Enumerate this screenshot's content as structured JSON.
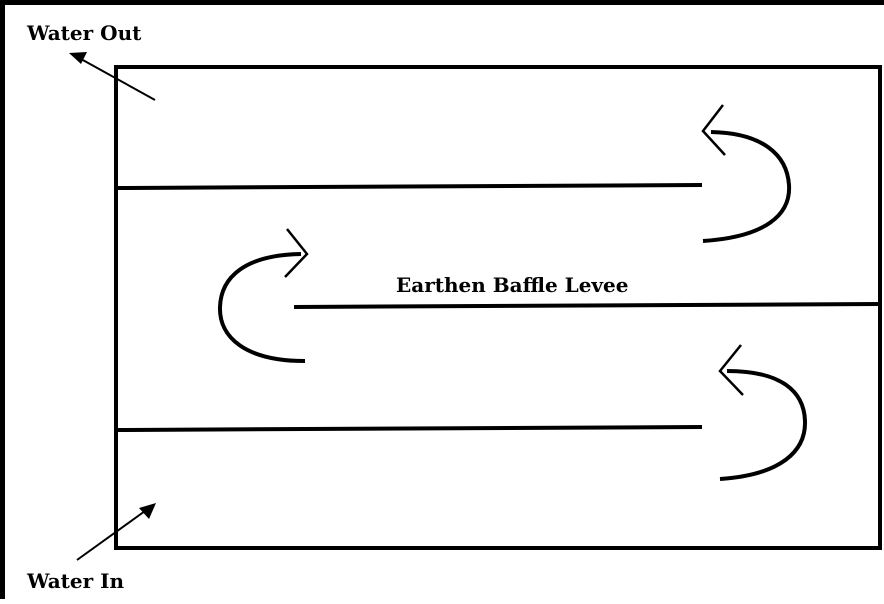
{
  "labels": {
    "water_out": "Water Out",
    "water_in": "Water In",
    "baffle": "Earthen Baffle Levee"
  },
  "colors": {
    "line": "#000000",
    "background": "#ffffff"
  }
}
